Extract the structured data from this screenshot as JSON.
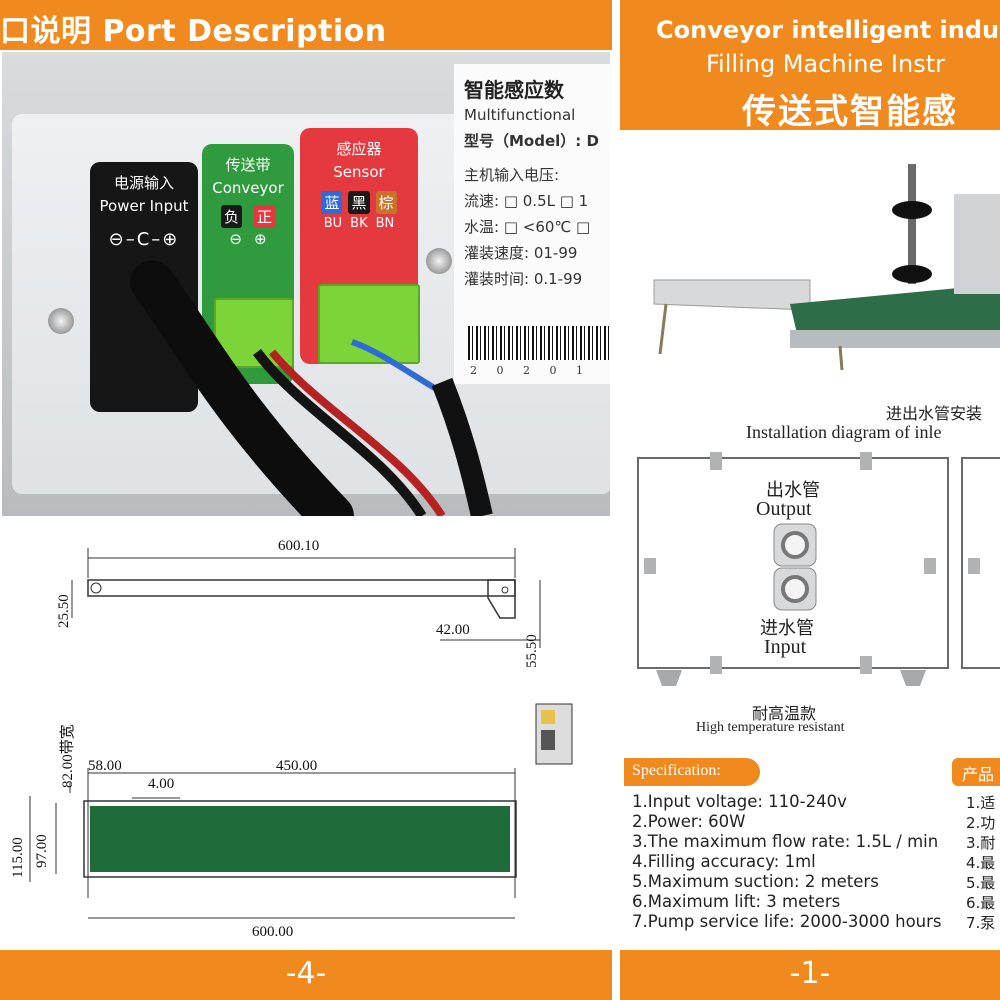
{
  "left_page": {
    "header_title": "口说明 Port Description",
    "sticker": {
      "title": "智能感应数",
      "lines": [
        "Multifunctional",
        "型号（Model）: D",
        "主机输入电压: ",
        "流速: □ 0.5L □ 1",
        "水温: □ <60℃  □",
        "灌装速度: 01-99",
        "灌装时间: 0.1-99"
      ],
      "barcode_number": "2 0 2 0 1"
    },
    "power_port": {
      "label_cn": "电源输入",
      "label_en": "Power Input",
      "symbol": "⊖–C–⊕"
    },
    "conveyor_port": {
      "label_cn": "传送带",
      "label_en": "Conveyor",
      "neg_cn": "负",
      "pos_cn": "正",
      "neg_sym": "⊖",
      "pos_sym": "⊕"
    },
    "sensor_port": {
      "label_cn": "感应器",
      "label_en": "Sensor",
      "wires_cn": [
        "蓝",
        "黑",
        "棕"
      ],
      "wires_en": [
        "BU",
        "BK",
        "BN"
      ]
    },
    "drawing": {
      "dims": {
        "top_length": "600.10",
        "left_height": "25.50",
        "right_offset": "42.00",
        "right_height": "55.50",
        "belt_width_label": "82.00带宽",
        "offset_left": "58.00",
        "small_gap": "4.00",
        "inner_length": "450.00",
        "total_width": "115.00",
        "inner_width": "97.00",
        "bottom_length": "600.00"
      },
      "belt_color": "#1f6b3a"
    },
    "page_number": "-4-"
  },
  "right_page": {
    "title_line_1": "Conveyor intelligent induc",
    "title_line_2": "Filling Machine Instr",
    "title_line_3": "传送式智能感",
    "install": {
      "title_cn": "进出水管安装",
      "title_en": "Installation diagram of inle",
      "output_cn": "出水管",
      "output_en": "Output",
      "input_cn": "进水管",
      "input_en": "Input",
      "resist_cn": "耐高温款",
      "resist_en": "High temperature resistant"
    },
    "specification": {
      "header": "Specification:",
      "header_cn": "产品",
      "lines": [
        "1.Input voltage: 110-240v",
        "2.Power: 60W",
        "3.The maximum flow rate: 1.5L / min",
        "4.Filling accuracy: 1ml",
        "5.Maximum suction: 2 meters",
        "6.Maximum lift: 3 meters",
        "7.Pump service life: 2000-3000 hours"
      ],
      "lines_cn": [
        "1.适",
        "2.功",
        "3.耐",
        "4.最",
        "5.最",
        "6.最",
        "7.泵"
      ]
    },
    "page_number": "-1-"
  },
  "colors": {
    "accent": "#f08a1e",
    "conveyor_green": "#2f9a3e",
    "sensor_red": "#e43a3f",
    "terminal_green": "#7cd438"
  }
}
